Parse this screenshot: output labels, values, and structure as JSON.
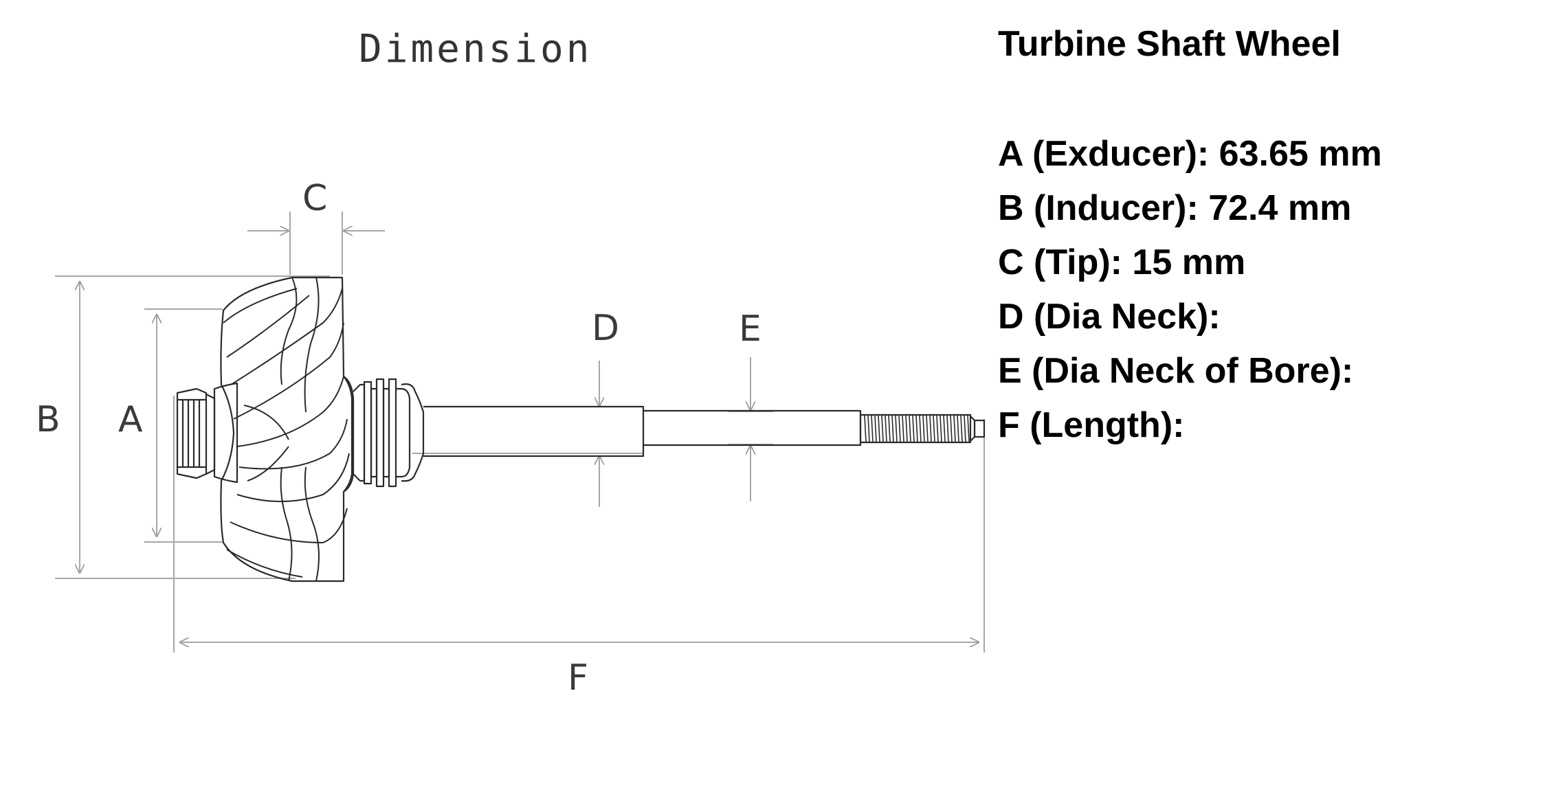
{
  "diagram": {
    "heading": "Dimension",
    "letters": {
      "a": "A",
      "b": "B",
      "c": "C",
      "d": "D",
      "e": "E",
      "f": "F"
    }
  },
  "specs": {
    "title": "Turbine Shaft Wheel",
    "lines": [
      "A (Exducer): 63.65 mm",
      "B (Inducer): 72.4 mm",
      "C (Tip): 15 mm",
      "D (Dia Neck):",
      "E (Dia Neck of Bore):",
      "F (Length):"
    ]
  }
}
